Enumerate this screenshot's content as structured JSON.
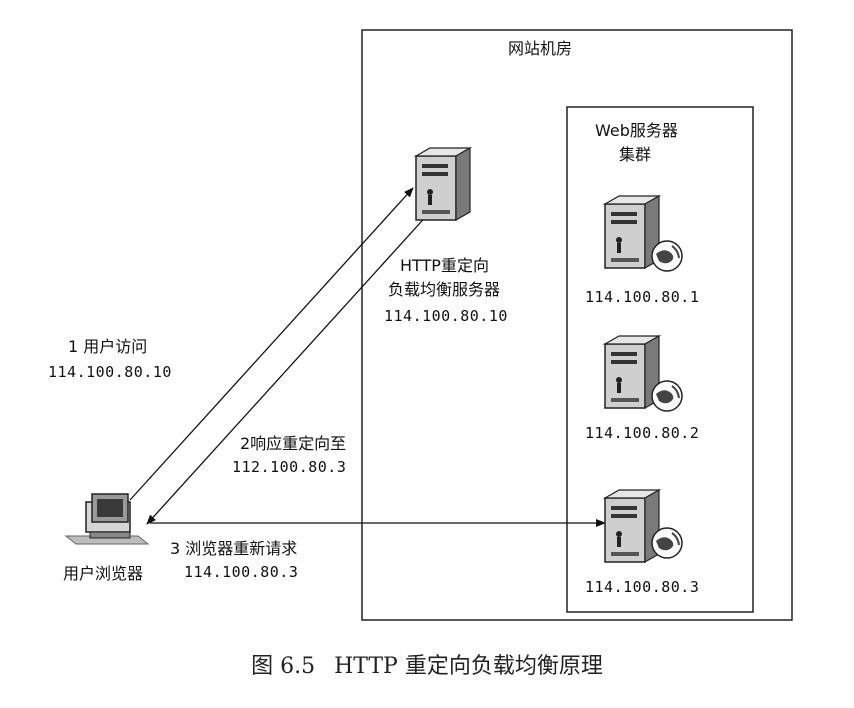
{
  "datacenter": {
    "title": "网站机房"
  },
  "cluster": {
    "title_line1": "Web服务器",
    "title_line2": "集群"
  },
  "redirect_server": {
    "line1": "HTTP重定向",
    "line2": "负载均衡服务器",
    "ip": "114.100.80.10"
  },
  "web_servers": [
    {
      "ip": "114.100.80.1"
    },
    {
      "ip": "114.100.80.2"
    },
    {
      "ip": "114.100.80.3"
    }
  ],
  "client": {
    "label": "用户浏览器"
  },
  "steps": [
    {
      "label": "1 用户访问",
      "ip": "114.100.80.10"
    },
    {
      "label": "2响应重定向至",
      "ip": "112.100.80.3"
    },
    {
      "label": "3 浏览器重新请求",
      "ip": "114.100.80.3"
    }
  ],
  "caption": {
    "figure": "图 6.5",
    "title": "HTTP 重定向负载均衡原理"
  }
}
